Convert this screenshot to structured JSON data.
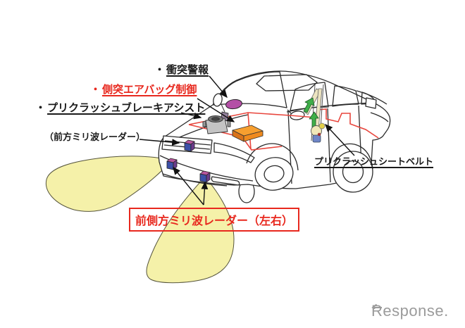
{
  "diagram": {
    "callouts": [
      {
        "id": "collision-warning",
        "bullet": "・",
        "text": "衝突警報",
        "color": "#1a1a1a",
        "underline": true
      },
      {
        "id": "side-airbag-control",
        "bullet": "・",
        "text": "側突エアバッグ制御",
        "color": "#e8281e",
        "underline": true
      },
      {
        "id": "precrash-brake-assist",
        "bullet": "・",
        "text": "プリクラッシュブレーキアシスト",
        "color": "#1a1a1a",
        "underline": true
      },
      {
        "id": "front-mmwave-radar",
        "bullet": "",
        "text": "（前方ミリ波レーダー）",
        "color": "#1a1a1a",
        "underline": false
      },
      {
        "id": "precrash-seatbelt",
        "bullet": "",
        "text": "プリクラッシュシートベルト",
        "color": "#1a1a1a",
        "underline": true
      },
      {
        "id": "front-side-mmwave-radar",
        "bullet": "",
        "text": "前側方ミリ波レーダー（左右）",
        "color": "#e8281e",
        "underline": false,
        "boxed": true
      }
    ],
    "components": [
      {
        "name": "collision-warning-indicator",
        "shape": "ellipse",
        "color": "#b44fa6"
      },
      {
        "name": "brake-assist-actuator",
        "shape": "cylinder-box",
        "color": "#c4c4c4"
      },
      {
        "name": "airbag-control-unit",
        "shape": "slab",
        "color": "#f79f2f"
      },
      {
        "name": "front-mmwave-radar-sensor",
        "shape": "cube",
        "colors": [
          "#3c50a8",
          "#b8569e",
          "#6b3c8c"
        ]
      },
      {
        "name": "front-side-radar-sensor-left",
        "shape": "cube",
        "colors": [
          "#3c50a8",
          "#b8569e",
          "#6b3c8c"
        ]
      },
      {
        "name": "front-side-radar-sensor-right",
        "shape": "cube",
        "colors": [
          "#3c50a8",
          "#b8569e",
          "#6b3c8c"
        ]
      },
      {
        "name": "precrash-seatbelt-mechanism",
        "colors": [
          "#3fae49",
          "#f0e8b8",
          "#6f86c8"
        ]
      }
    ],
    "radar_zones": {
      "count": 2,
      "fill": "#f5f1a9",
      "positions": [
        "front-left",
        "front-down"
      ]
    },
    "wiring_color": "#e8453c",
    "vehicle": "sedan line illustration, front three-quarter view"
  },
  "watermark": {
    "text": "Response.",
    "color": "#9b9b9b"
  }
}
